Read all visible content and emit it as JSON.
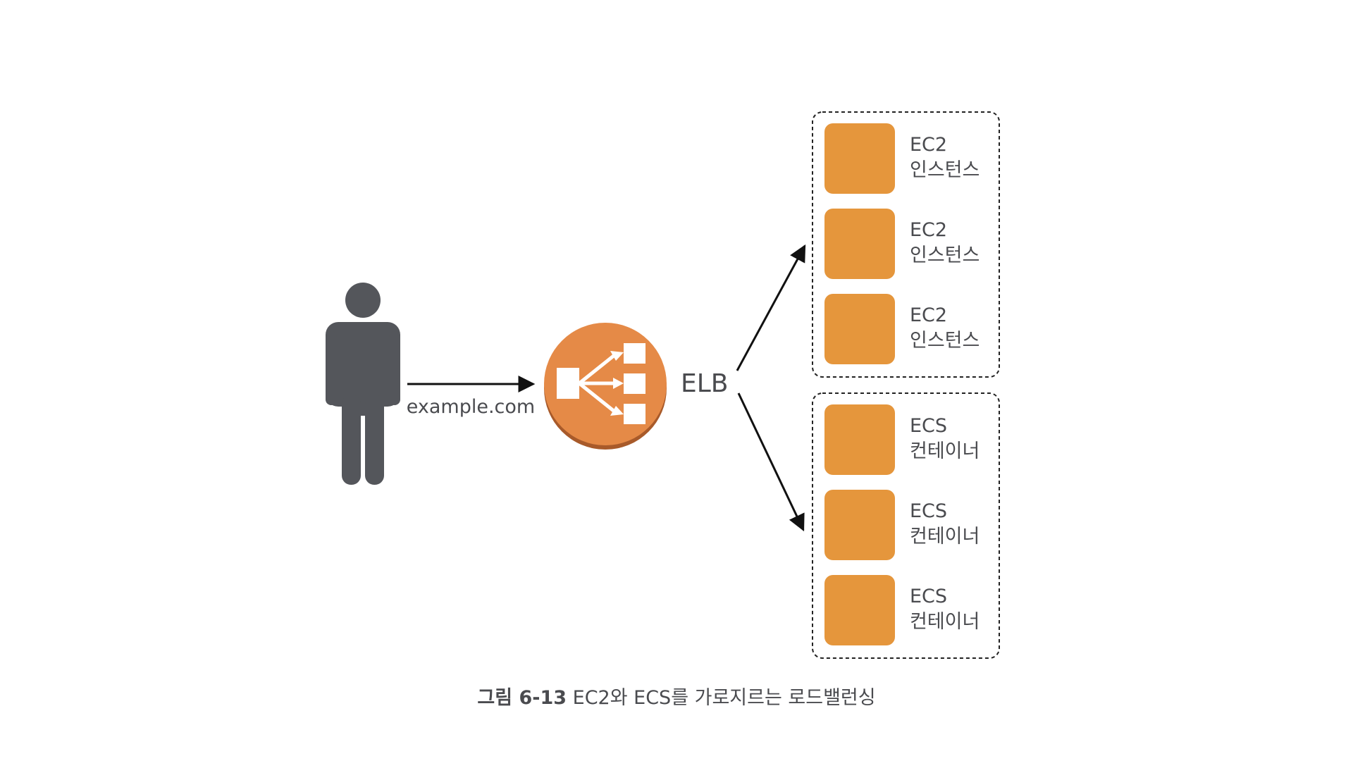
{
  "user": {
    "icon": "person-icon",
    "color": "#54565b"
  },
  "request": {
    "label": "example.com"
  },
  "load_balancer": {
    "icon": "load-balancer-icon",
    "label": "ELB",
    "color": "#e58a47",
    "shadow_color": "#a85a2a"
  },
  "groups": [
    {
      "items": [
        {
          "line1": "EC2",
          "line2": "인스턴스"
        },
        {
          "line1": "EC2",
          "line2": "인스턴스"
        },
        {
          "line1": "EC2",
          "line2": "인스턴스"
        }
      ]
    },
    {
      "items": [
        {
          "line1": "ECS",
          "line2": "컨테이너"
        },
        {
          "line1": "ECS",
          "line2": "컨테이너"
        },
        {
          "line1": "ECS",
          "line2": "컨테이너"
        }
      ]
    }
  ],
  "target_color": "#e5963c",
  "caption": {
    "label": "그림 6-13",
    "text": " EC2와 ECS를 가로지르는 로드밸런싱"
  }
}
